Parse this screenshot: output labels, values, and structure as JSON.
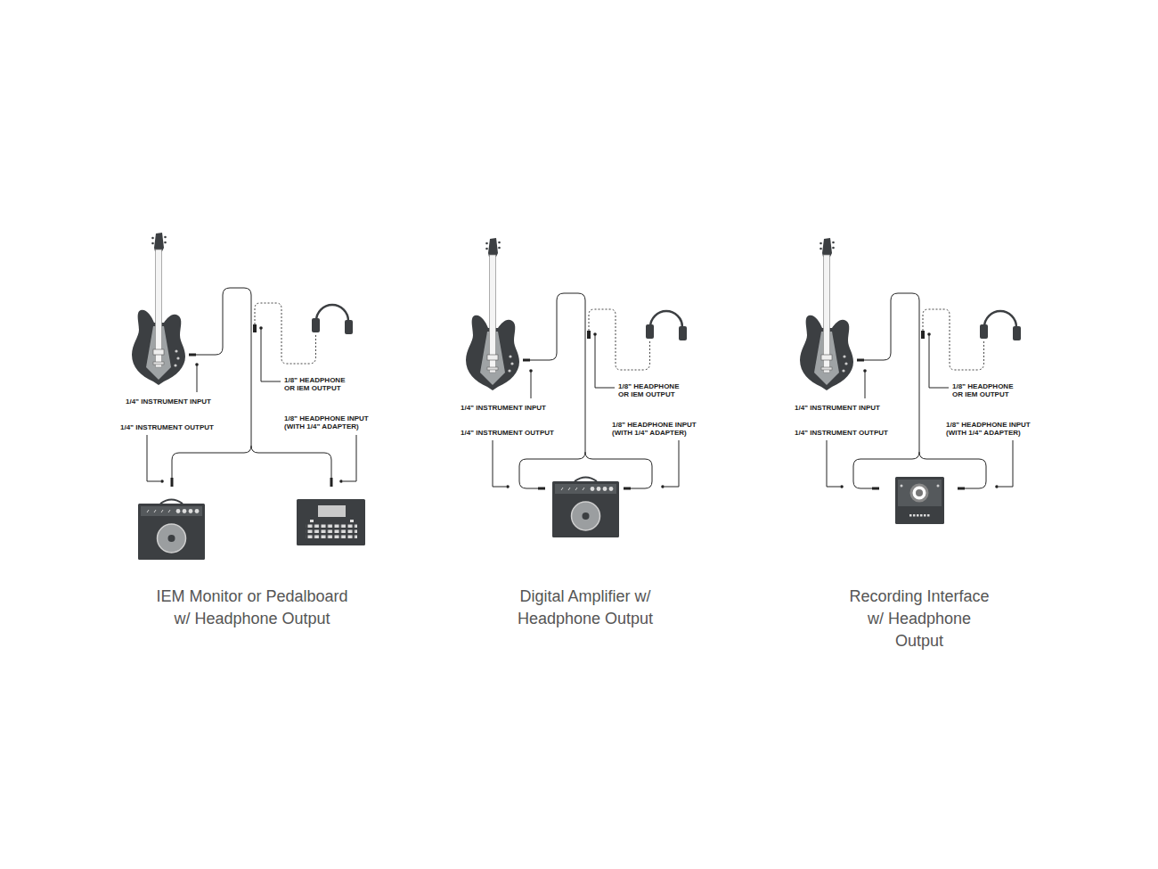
{
  "diagram": {
    "labels": [
      "1/4” INSTRUMENT INPUT",
      "1/4” INSTRUMENT OUTPUT",
      "1/8” HEADPHONE OR IEM OUTPUT",
      "1/8” HEADPHONE INPUT (WITH 1/4” ADAPTER)",
      "IEM Monitor or Pedalboard w/ Headphone Output",
      "1/4” INSTRUMENT INPUT",
      "1/4” INSTRUMENT OUTPUT",
      "1/8” HEADPHONE OR IEM OUTPUT",
      "1/8” HEADPHONE INPUT (WITH 1/4” ADAPTER)",
      "Digital Amplifier w/ Headphone Output",
      "1/4” INSTRUMENT INPUT",
      "1/4” INSTRUMENT OUTPUT",
      "1/8” HEADPHONE OR IEM OUTPUT",
      "1/8” HEADPHONE INPUT (WITH 1/4” ADAPTER)",
      "Recording Interface w/ Headphone Output"
    ]
  }
}
